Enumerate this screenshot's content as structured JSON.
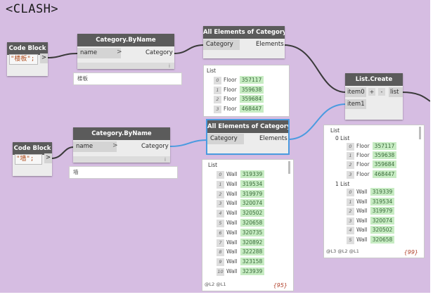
{
  "title": "<CLASH>",
  "code_block_1": {
    "header": "Code Block",
    "code": "\"楼板\";",
    "out_port": ">"
  },
  "code_block_2": {
    "header": "Code Block",
    "code": "\"墙\";",
    "out_port": ">"
  },
  "category_byname_1": {
    "header": "Category.ByName",
    "in_port": "name",
    "out_port": "Category",
    "value": "楼板"
  },
  "category_byname_2": {
    "header": "Category.ByName",
    "in_port": "name",
    "out_port": "Category",
    "value": "墙"
  },
  "all_elements_1": {
    "header": "All Elements of Category",
    "in_port": "Category",
    "out_port": "Elements",
    "preview": {
      "root": "List",
      "rows": [
        {
          "i": "0",
          "type": "Floor",
          "id": "357117"
        },
        {
          "i": "1",
          "type": "Floor",
          "id": "359638"
        },
        {
          "i": "2",
          "type": "Floor",
          "id": "359684"
        },
        {
          "i": "3",
          "type": "Floor",
          "id": "468447"
        }
      ]
    }
  },
  "all_elements_2": {
    "header": "All Elements of Category",
    "in_port": "Category",
    "out_port": "Elements",
    "preview": {
      "root": "List",
      "rows": [
        {
          "i": "0",
          "type": "Wall",
          "id": "319339"
        },
        {
          "i": "1",
          "type": "Wall",
          "id": "319534"
        },
        {
          "i": "2",
          "type": "Wall",
          "id": "319979"
        },
        {
          "i": "3",
          "type": "Wall",
          "id": "320074"
        },
        {
          "i": "4",
          "type": "Wall",
          "id": "320502"
        },
        {
          "i": "5",
          "type": "Wall",
          "id": "320658"
        },
        {
          "i": "6",
          "type": "Wall",
          "id": "320735"
        },
        {
          "i": "7",
          "type": "Wall",
          "id": "320892"
        },
        {
          "i": "8",
          "type": "Wall",
          "id": "322288"
        },
        {
          "i": "9",
          "type": "Wall",
          "id": "323158"
        },
        {
          "i": "10",
          "type": "Wall",
          "id": "323939"
        }
      ],
      "levels": "@L2 @L1",
      "count": "{95}"
    }
  },
  "list_create": {
    "header": "List.Create",
    "in_ports": [
      "item0",
      "item1"
    ],
    "add_btn": "+",
    "remove_btn": "-",
    "out_port": "list",
    "preview": {
      "root": "List",
      "sub0": "0 List",
      "rows0": [
        {
          "i": "0",
          "type": "Floor",
          "id": "357117"
        },
        {
          "i": "1",
          "type": "Floor",
          "id": "359638"
        },
        {
          "i": "2",
          "type": "Floor",
          "id": "359684"
        },
        {
          "i": "3",
          "type": "Floor",
          "id": "468447"
        }
      ],
      "sub1": "1 List",
      "rows1": [
        {
          "i": "0",
          "type": "Wall",
          "id": "319339"
        },
        {
          "i": "1",
          "type": "Wall",
          "id": "319534"
        },
        {
          "i": "2",
          "type": "Wall",
          "id": "319979"
        },
        {
          "i": "3",
          "type": "Wall",
          "id": "320074"
        },
        {
          "i": "4",
          "type": "Wall",
          "id": "320502"
        },
        {
          "i": "5",
          "type": "Wall",
          "id": "320658"
        }
      ],
      "levels": "@L3 @L2 @L1",
      "count": "{99}"
    }
  },
  "colors": {
    "canvas": "#d6bde2",
    "header": "#5b5b5b",
    "wire": "#3a3a3a",
    "selected_wire": "#4a9be0",
    "value_bg": "#c7ecc3"
  }
}
